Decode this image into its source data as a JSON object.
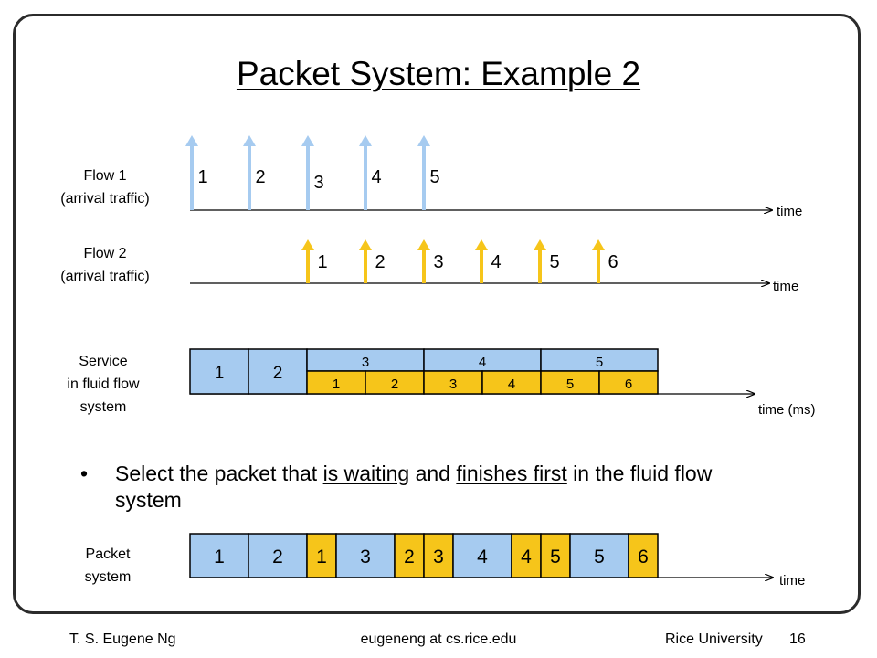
{
  "slide": {
    "title": "Packet System: Example 2",
    "bullet": {
      "part1": "Select the packet that ",
      "underline1": "is waiting",
      "part2": " and ",
      "underline2": "finishes first",
      "part3": " in the fluid flow system"
    }
  },
  "rows": {
    "flow1": {
      "label_line1": "Flow 1",
      "label_line2": "(arrival traffic)",
      "axis_label": "time",
      "packets": [
        "1",
        "2",
        "3",
        "4",
        "5"
      ]
    },
    "flow2": {
      "label_line1": "Flow 2",
      "label_line2": "(arrival traffic)",
      "axis_label": "time",
      "packets": [
        "1",
        "2",
        "3",
        "4",
        "5",
        "6"
      ]
    },
    "fluid": {
      "label_line1": "Service",
      "label_line2": "in fluid flow",
      "label_line3": "system",
      "axis_label": "time (ms)",
      "flow1_solo": [
        "1",
        "2"
      ],
      "flow1_shared": [
        "3",
        "4",
        "5"
      ],
      "flow2_shared": [
        "1",
        "2",
        "3",
        "4",
        "5",
        "6"
      ]
    },
    "packet": {
      "label_line1": "Packet",
      "label_line2": "system",
      "axis_label": "time",
      "sequence": [
        {
          "label": "1",
          "flow": 1
        },
        {
          "label": "2",
          "flow": 1
        },
        {
          "label": "1",
          "flow": 2
        },
        {
          "label": "3",
          "flow": 1
        },
        {
          "label": "2",
          "flow": 2
        },
        {
          "label": "3",
          "flow": 2
        },
        {
          "label": "4",
          "flow": 1
        },
        {
          "label": "4",
          "flow": 2
        },
        {
          "label": "5",
          "flow": 2
        },
        {
          "label": "5",
          "flow": 1
        },
        {
          "label": "6",
          "flow": 2
        }
      ]
    }
  },
  "colors": {
    "flow1": "#a6cbf0",
    "flow2": "#f6c51a",
    "line": "#000000"
  },
  "footer": {
    "left": "T. S. Eugene Ng",
    "center": "eugeneng at cs.rice.edu",
    "right": "Rice University",
    "page": "16"
  }
}
